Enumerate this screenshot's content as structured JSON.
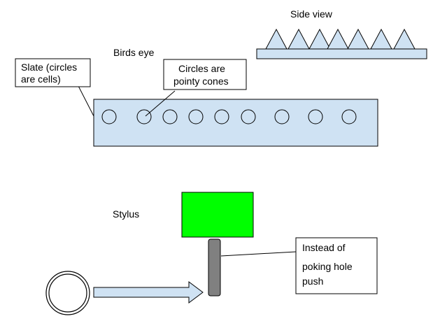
{
  "labels": {
    "side_view": "Side view",
    "birds_eye": "Birds eye",
    "slate_callout": [
      "Slate (circles",
      "are cells)"
    ],
    "cones_callout": [
      "Circles are",
      "pointy cones"
    ],
    "stylus": "Stylus",
    "instead_callout": [
      "Instead of",
      "poking hole",
      "push"
    ]
  },
  "colors": {
    "slate_fill": "#cfe2f3",
    "stylus_head": "#00ff00",
    "stylus_shaft": "#808080",
    "outline": "#000000"
  },
  "slate": {
    "cell_count": 9
  },
  "side_view": {
    "cone_count": 7
  }
}
